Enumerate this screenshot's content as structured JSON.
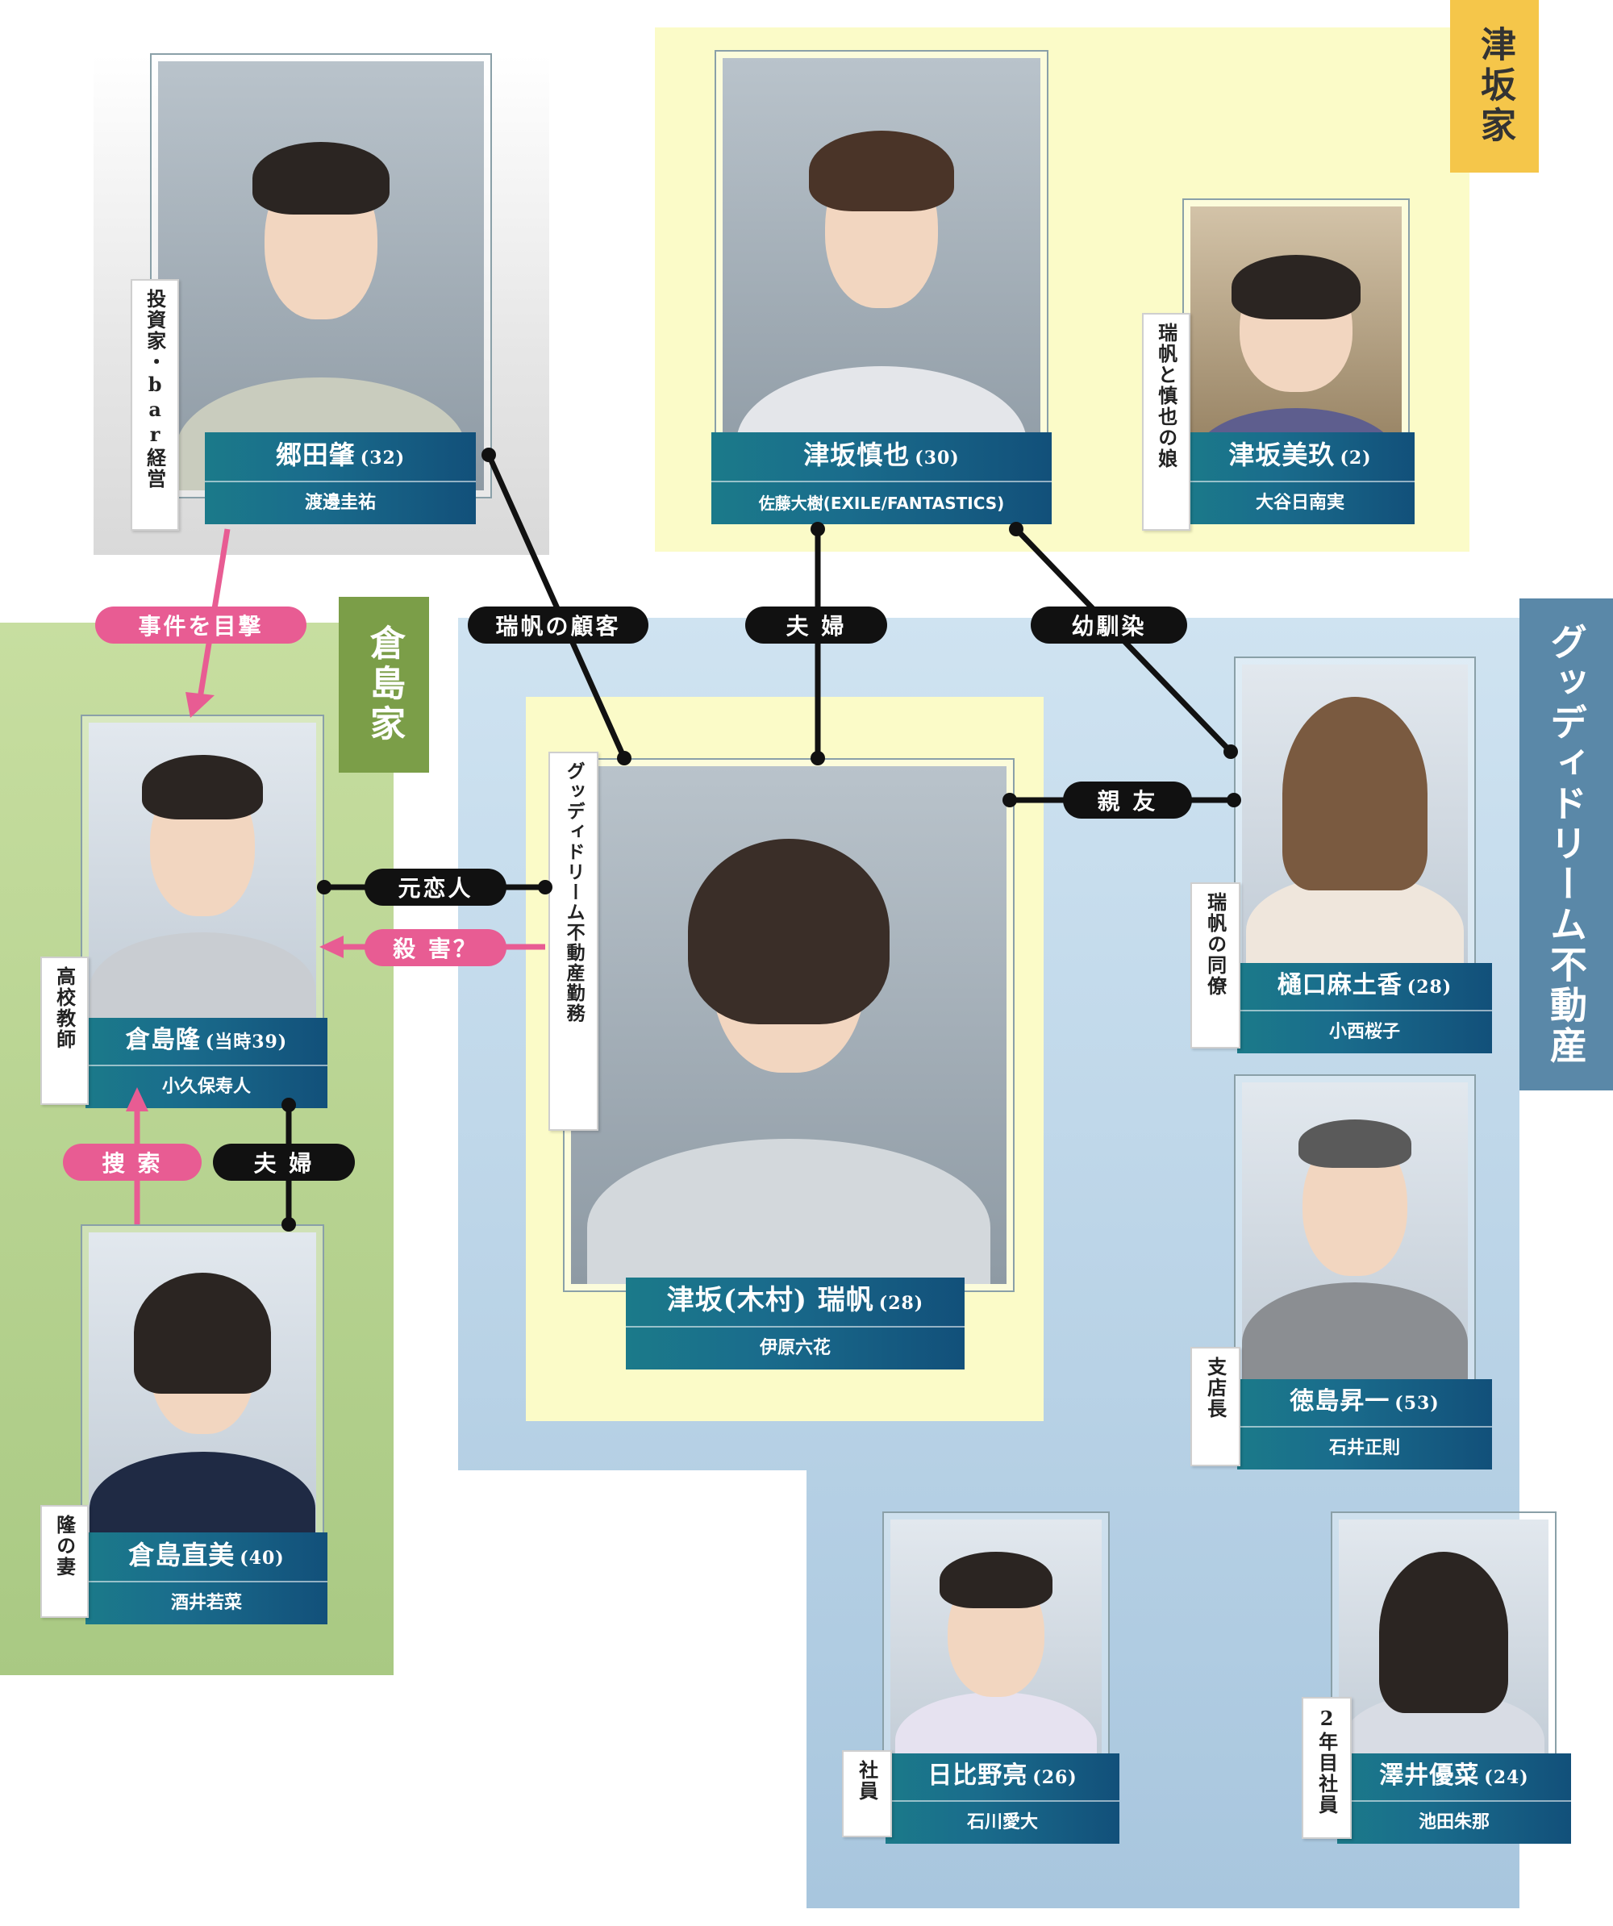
{
  "families": {
    "tsusaka": "津坂家",
    "kurashima": "倉島家",
    "goodie": "グッディドリーム不動産"
  },
  "people": {
    "gouda": {
      "name": "郷田肇",
      "age": "(32)",
      "actor": "渡邊圭祐",
      "role": "投資家・bar経営"
    },
    "shinya": {
      "name": "津坂慎也",
      "age": "(30)",
      "actor": "佐藤大樹(EXILE/FANTASTICS)"
    },
    "miku": {
      "name": "津坂美玖",
      "age": "(2)",
      "actor": "大谷日南実",
      "role": "瑞帆と慎也の娘"
    },
    "takashi": {
      "name": "倉島隆",
      "age": "(当時39)",
      "actor": "小久保寿人",
      "role": "高校教師"
    },
    "naomi": {
      "name": "倉島直美",
      "age": "(40)",
      "actor": "酒井若菜",
      "role": "隆の妻"
    },
    "mizuho": {
      "name": "津坂(木村) 瑞帆",
      "age": "(28)",
      "actor": "伊原六花",
      "role": "グッディドリーム不動産勤務"
    },
    "asaka": {
      "name": "樋口麻土香",
      "age": "(28)",
      "actor": "小西桜子",
      "role": "瑞帆の同僚"
    },
    "tokushima": {
      "name": "徳島昇一",
      "age": "(53)",
      "actor": "石井正則",
      "role": "支店長"
    },
    "hibino": {
      "name": "日比野亮",
      "age": "(26)",
      "actor": "石川愛大",
      "role": "社員"
    },
    "sawai": {
      "name": "澤井優菜",
      "age": "(24)",
      "actor": "池田朱那",
      "role": "2年目社員"
    }
  },
  "relations": {
    "witness": "事件を目撃",
    "client": "瑞帆の顧客",
    "couple1": "夫 婦",
    "childhood": "幼馴染",
    "bestfriend": "親 友",
    "ex": "元恋人",
    "murder": "殺 害？",
    "search": "捜 索",
    "couple2": "夫 婦"
  },
  "colors": {
    "nameplate": "#1a6c8c",
    "tsusaka_bg": "#fbfbc8",
    "kurashima_bg": "#b5d08f",
    "goodie_bg": "#b7d3e8",
    "black_pill": "#111111",
    "pink_pill": "#e85c93"
  }
}
